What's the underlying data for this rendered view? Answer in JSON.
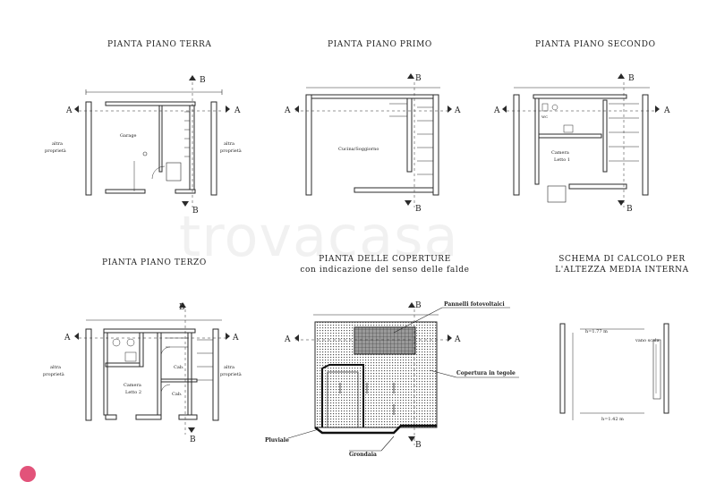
{
  "titles": {
    "terra": "PIANTA PIANO TERRA",
    "primo": "PIANTA PIANO PRIMO",
    "secondo": "PIANTA PIANO SECONDO",
    "terzo": "PIANTA PIANO TERZO",
    "coperture_1": "PIANTA DELLE COPERTURE",
    "coperture_2": "con indicazione del senso delle falde",
    "schema_1": "SCHEMA DI CALCOLO PER",
    "schema_2": "L'ALTEZZA MEDIA INTERNA"
  },
  "section_marks": {
    "a": "A",
    "b": "B"
  },
  "rooms": {
    "garage": "Garage",
    "cucina": "Cucina/Soggiorno",
    "camera1_a": "Camera",
    "camera1_b": "Letto 1",
    "wc": "WC",
    "camera2_a": "Camera",
    "camera2_b": "Letto 2",
    "cab1": "Cab.",
    "cab2": "Cab."
  },
  "altra_proprieta": {
    "line1": "altra",
    "line2": "proprietà"
  },
  "roof_labels": {
    "pannelli": "Pannelli fotovoltaici",
    "copertura": "Copertura in tegole",
    "pluviale": "Pluviale",
    "grondaia": "Grondaia"
  },
  "schema_labels": {
    "h_top": "h=1.77 m",
    "h_bottom": "h=1.42 m",
    "vano": "vano scala"
  },
  "watermark": "trovacasa",
  "colors": {
    "line": "#2a2a2a",
    "hatch": "#555555",
    "watermark": "#b0b0b0",
    "badge": "#e2537a"
  }
}
